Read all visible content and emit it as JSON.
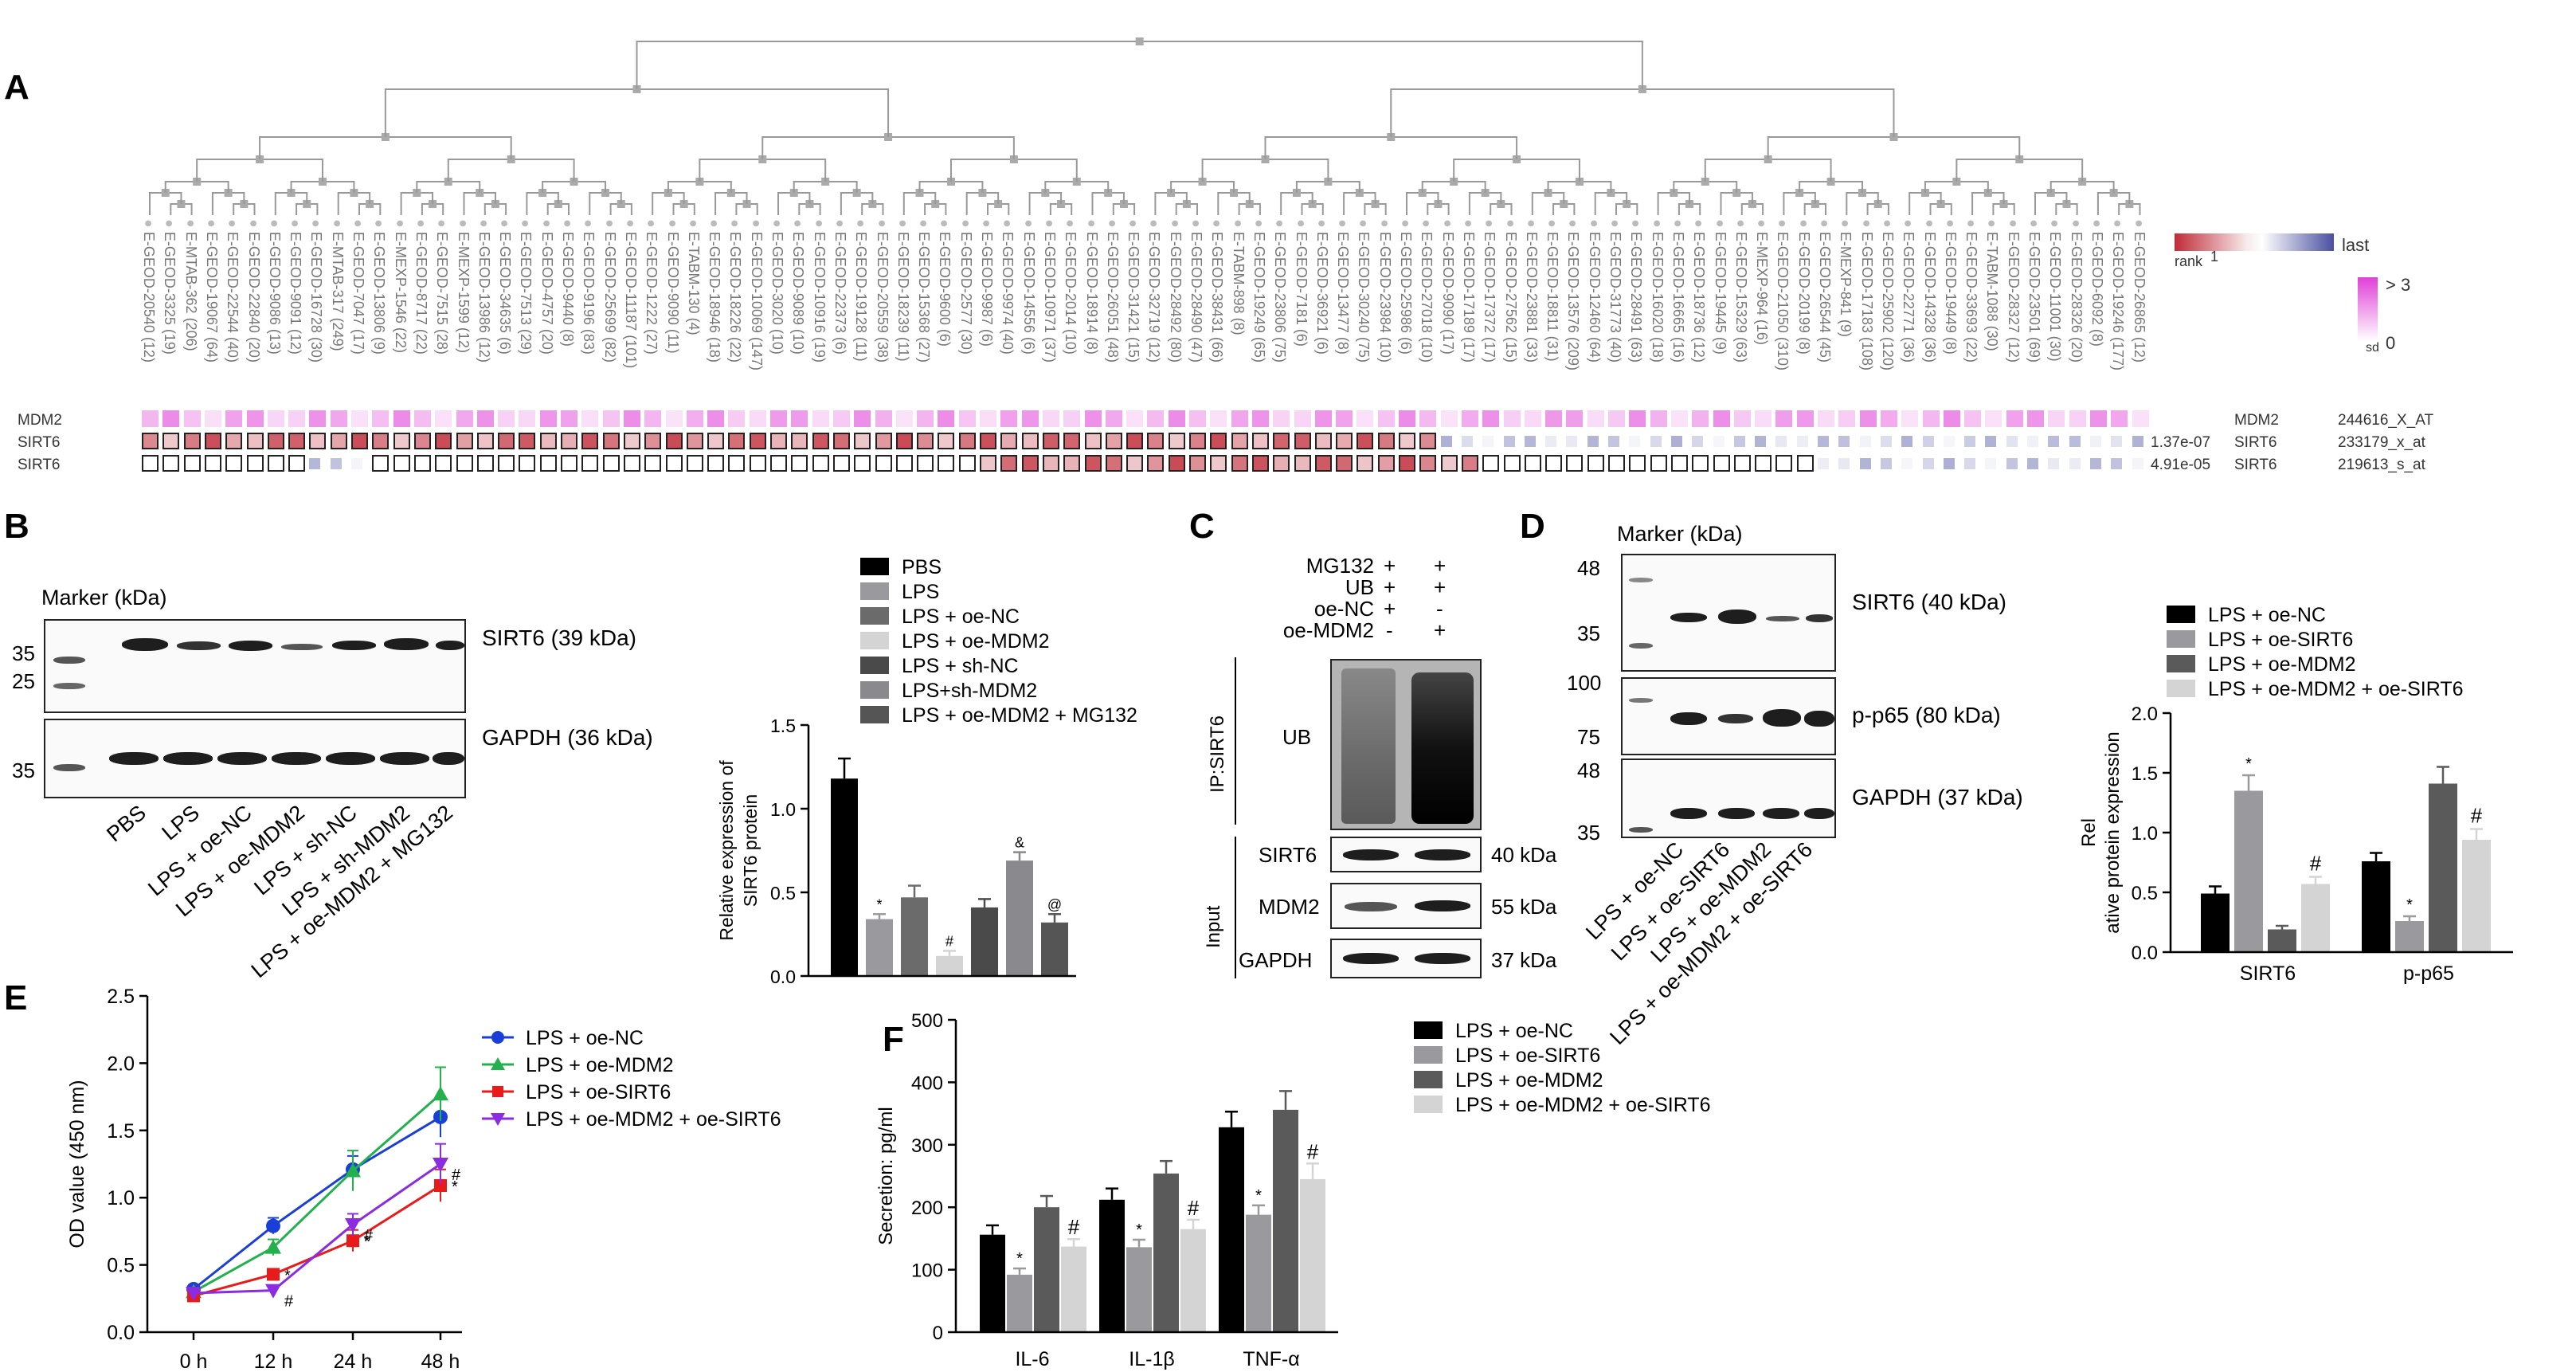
{
  "panels": {
    "A": "A",
    "B": "B",
    "C": "C",
    "D": "D",
    "E": "E",
    "F": "F"
  },
  "panelA": {
    "samples": [
      [
        "E-GEOD-20540",
        "(12)"
      ],
      [
        "E-GEOD-3325",
        "(19)"
      ],
      [
        "E-MTAB-362",
        "(206)"
      ],
      [
        "E-GEOD-19067",
        "(64)"
      ],
      [
        "E-GEOD-22544",
        "(40)"
      ],
      [
        "E-GEOD-22840",
        "(20)"
      ],
      [
        "E-GEOD-9086",
        "(13)"
      ],
      [
        "E-GEOD-9091",
        "(12)"
      ],
      [
        "E-GEOD-16728",
        "(30)"
      ],
      [
        "E-MTAB-317",
        "(249)"
      ],
      [
        "E-GEOD-7047",
        "(17)"
      ],
      [
        "E-GEOD-13806",
        "(9)"
      ],
      [
        "E-MEXP-1546",
        "(22)"
      ],
      [
        "E-GEOD-8717",
        "(22)"
      ],
      [
        "E-GEOD-7515",
        "(28)"
      ],
      [
        "E-MEXP-1599",
        "(12)"
      ],
      [
        "E-GEOD-13986",
        "(12)"
      ],
      [
        "E-GEOD-34635",
        "(6)"
      ],
      [
        "E-GEOD-7513",
        "(29)"
      ],
      [
        "E-GEOD-4757",
        "(20)"
      ],
      [
        "E-GEOD-9440",
        "(8)"
      ],
      [
        "E-GEOD-9196",
        "(83)"
      ],
      [
        "E-GEOD-25699",
        "(82)"
      ],
      [
        "E-GEOD-11187",
        "(101)"
      ],
      [
        "E-GEOD-1222",
        "(27)"
      ],
      [
        "E-GEOD-9090",
        "(11)"
      ],
      [
        "E-TABM-130",
        "(4)"
      ],
      [
        "E-GEOD-18946",
        "(18)"
      ],
      [
        "E-GEOD-18226",
        "(22)"
      ],
      [
        "E-GEOD-10069",
        "(147)"
      ],
      [
        "E-GEOD-3020",
        "(10)"
      ],
      [
        "E-GEOD-9089",
        "(10)"
      ],
      [
        "E-GEOD-10916",
        "(19)"
      ],
      [
        "E-GEOD-22373",
        "(6)"
      ],
      [
        "E-GEOD-19128",
        "(11)"
      ],
      [
        "E-GEOD-20559",
        "(38)"
      ],
      [
        "E-GEOD-18239",
        "(11)"
      ],
      [
        "E-GEOD-15368",
        "(27)"
      ],
      [
        "E-GEOD-9600",
        "(6)"
      ],
      [
        "E-GEOD-2577",
        "(30)"
      ],
      [
        "E-GEOD-9987",
        "(6)"
      ],
      [
        "E-GEOD-9974",
        "(40)"
      ],
      [
        "E-GEOD-14556",
        "(6)"
      ],
      [
        "E-GEOD-10971",
        "(37)"
      ],
      [
        "E-GEOD-2014",
        "(10)"
      ],
      [
        "E-GEOD-18914",
        "(8)"
      ],
      [
        "E-GEOD-26051",
        "(48)"
      ],
      [
        "E-GEOD-31421",
        "(15)"
      ],
      [
        "E-GEOD-32719",
        "(12)"
      ],
      [
        "E-GEOD-28492",
        "(80)"
      ],
      [
        "E-GEOD-28490",
        "(47)"
      ],
      [
        "E-GEOD-38431",
        "(66)"
      ],
      [
        "E-TABM-898",
        "(8)"
      ],
      [
        "E-GEOD-19249",
        "(65)"
      ],
      [
        "E-GEOD-23806",
        "(75)"
      ],
      [
        "E-GEOD-7181",
        "(6)"
      ],
      [
        "E-GEOD-36921",
        "(6)"
      ],
      [
        "E-GEOD-13477",
        "(8)"
      ],
      [
        "E-GEOD-30240",
        "(75)"
      ],
      [
        "E-GEOD-23984",
        "(10)"
      ],
      [
        "E-GEOD-25986",
        "(6)"
      ],
      [
        "E-GEOD-27018",
        "(10)"
      ],
      [
        "E-GEOD-9090",
        "(17)"
      ],
      [
        "E-GEOD-17189",
        "(17)"
      ],
      [
        "E-GEOD-17372",
        "(17)"
      ],
      [
        "E-GEOD-27562",
        "(15)"
      ],
      [
        "E-GEOD-23881",
        "(33)"
      ],
      [
        "E-GEOD-18811",
        "(31)"
      ],
      [
        "E-GEOD-13576",
        "(209)"
      ],
      [
        "E-GEOD-12460",
        "(64)"
      ],
      [
        "E-GEOD-31773",
        "(40)"
      ],
      [
        "E-GEOD-28491",
        "(63)"
      ],
      [
        "E-GEOD-16020",
        "(18)"
      ],
      [
        "E-GEOD-16665",
        "(16)"
      ],
      [
        "E-GEOD-18736",
        "(12)"
      ],
      [
        "E-GEOD-19445",
        "(9)"
      ],
      [
        "E-GEOD-15329",
        "(63)"
      ],
      [
        "E-MEXP-964",
        "(16)"
      ],
      [
        "E-GEOD-21050",
        "(310)"
      ],
      [
        "E-GEOD-20199",
        "(8)"
      ],
      [
        "E-GEOD-26544",
        "(45)"
      ],
      [
        "E-MEXP-841",
        "(9)"
      ],
      [
        "E-GEOD-17183",
        "(108)"
      ],
      [
        "E-GEOD-25902",
        "(120)"
      ],
      [
        "E-GEOD-22771",
        "(36)"
      ],
      [
        "E-GEOD-14328",
        "(36)"
      ],
      [
        "E-GEOD-19449",
        "(8)"
      ],
      [
        "E-GEOD-33693",
        "(22)"
      ],
      [
        "E-TABM-1088",
        "(30)"
      ],
      [
        "E-GEOD-28327",
        "(12)"
      ],
      [
        "E-GEOD-23501",
        "(69)"
      ],
      [
        "E-GEOD-11001",
        "(30)"
      ],
      [
        "E-GEOD-28326",
        "(20)"
      ],
      [
        "E-GEOD-6092",
        "(8)"
      ],
      [
        "E-GEOD-19246",
        "(177)"
      ],
      [
        "E-GEOD-26865",
        "(12)"
      ]
    ],
    "row_names": [
      "MDM2",
      "SIRT6",
      "SIRT6"
    ],
    "row_pvalues": [
      "",
      "1.37e-07",
      "4.91e-05"
    ],
    "row_genes": [
      "MDM2",
      "SIRT6",
      "SIRT6"
    ],
    "row_probes": [
      "244616_X_AT",
      "233179_x_at",
      "219613_s_at"
    ],
    "legend_rank_first": "rank",
    "legend_rank_first_num": "1",
    "legend_rank_last": "last",
    "legend_sd_top": "> 3",
    "legend_sd_bottom": "0",
    "legend_sd_label": "sd",
    "colors": {
      "rank_high": "#c02b38",
      "rank_low": "#4a4fa0",
      "sd_high": "#e040d8"
    }
  },
  "panelB": {
    "marker_label": "Marker (kDa)",
    "markers_top": [
      "35",
      "25"
    ],
    "markers_bottom": [
      "35"
    ],
    "band_sirt6": "SIRT6 (39 kDa)",
    "band_gapdh": "GAPDH (36 kDa)",
    "lanes": [
      "PBS",
      "LPS",
      "LPS + oe-NC",
      "LPS + oe-MDM2",
      "LPS + sh-NC",
      "LPS + sh-MDM2",
      "LPS + oe-MDM2 + MG132"
    ],
    "chart_data": {
      "type": "bar",
      "ylabel": "Relative expression of SIRT6 protein",
      "ylim": [
        0,
        1.5
      ],
      "yticks": [
        "0.0",
        "0.5",
        "1.0",
        "1.5"
      ],
      "categories": [
        "PBS",
        "LPS",
        "LPS + oe-NC",
        "LPS + oe-MDM2",
        "LPS + sh-NC",
        "LPS+sh-MDM2",
        "LPS + oe-MDM2 + MG132"
      ],
      "values": [
        1.18,
        0.34,
        0.47,
        0.12,
        0.41,
        0.69,
        0.32
      ],
      "errors": [
        0.12,
        0.03,
        0.07,
        0.03,
        0.05,
        0.05,
        0.05
      ],
      "marks": [
        "",
        "*",
        "",
        "#",
        "",
        "&",
        "@"
      ],
      "colors": [
        "#000000",
        "#9a9a9e",
        "#6b6b6b",
        "#d4d4d4",
        "#4a4a4a",
        "#8a8a8e",
        "#555555"
      ]
    }
  },
  "panelC": {
    "rows": [
      [
        "MG132",
        "+",
        "+"
      ],
      [
        "UB",
        "+",
        "+"
      ],
      [
        "oe-NC",
        "+",
        "-"
      ],
      [
        "oe-MDM2",
        "-",
        "+"
      ]
    ],
    "ip_label": "IP:SIRT6",
    "input_label": "Input",
    "ub_label": "UB",
    "sirt6_label": "SIRT6",
    "mdm2_label": "MDM2",
    "gapdh_label": "GAPDH",
    "kda_sirt6": "40 kDa",
    "kda_mdm2": "55 kDa",
    "kda_gapdh": "37 kDa"
  },
  "panelD": {
    "marker_label": "Marker (kDa)",
    "m1": [
      "48",
      "35"
    ],
    "m2": [
      "100",
      "75"
    ],
    "m3": [
      "48",
      "35"
    ],
    "band_sirt6": "SIRT6 (40 kDa)",
    "band_pp65": "p-p65 (80 kDa)",
    "band_gapdh": "GAPDH (37 kDa)",
    "lanes": [
      "LPS + oe-NC",
      "LPS + oe-SIRT6",
      "LPS + oe-MDM2",
      "LPS + oe-MDM2 + oe-SIRT6"
    ],
    "chart_data": {
      "type": "bar",
      "ylabel": "Relative protein expression",
      "ylim": [
        0,
        2.0
      ],
      "yticks": [
        "0.0",
        "0.5",
        "1.0",
        "1.5",
        "2.0"
      ],
      "categories": [
        "SIRT6",
        "p-p65"
      ],
      "series": [
        {
          "name": "LPS + oe-NC",
          "values": [
            0.49,
            0.76
          ],
          "errors": [
            0.06,
            0.07
          ],
          "marks": [
            "",
            ""
          ],
          "color": "#000000"
        },
        {
          "name": "LPS + oe-SIRT6",
          "values": [
            1.35,
            0.26
          ],
          "errors": [
            0.13,
            0.04
          ],
          "marks": [
            "*",
            "*"
          ],
          "color": "#9a9a9e"
        },
        {
          "name": "LPS + oe-MDM2",
          "values": [
            0.19,
            1.41
          ],
          "errors": [
            0.03,
            0.14
          ],
          "marks": [
            "",
            ""
          ],
          "color": "#5a5a5a"
        },
        {
          "name": "LPS + oe-MDM2 + oe-SIRT6",
          "values": [
            0.57,
            0.94
          ],
          "errors": [
            0.06,
            0.09
          ],
          "marks": [
            "#",
            "#"
          ],
          "color": "#d4d4d4"
        }
      ]
    }
  },
  "panelE": {
    "chart_data": {
      "type": "line",
      "ylabel": "OD value (450 nm)",
      "ylim": [
        0,
        2.5
      ],
      "yticks": [
        "0.0",
        "0.5",
        "1.0",
        "1.5",
        "2.0",
        "2.5"
      ],
      "x": [
        "0 h",
        "12 h",
        "24 h",
        "48 h"
      ],
      "series": [
        {
          "name": "LPS + oe-NC",
          "values": [
            0.32,
            0.79,
            1.21,
            1.6
          ],
          "errors": [
            0.03,
            0.06,
            0.1,
            0.15
          ],
          "marks": [
            "",
            "",
            "",
            ""
          ],
          "color": "#1a3fd8",
          "marker": "circle"
        },
        {
          "name": "LPS + oe-MDM2",
          "values": [
            0.3,
            0.63,
            1.2,
            1.77
          ],
          "errors": [
            0.03,
            0.06,
            0.15,
            0.2
          ],
          "marks": [
            "",
            "",
            "",
            ""
          ],
          "color": "#22b14c",
          "marker": "triangle"
        },
        {
          "name": "LPS + oe-SIRT6",
          "values": [
            0.27,
            0.43,
            0.68,
            1.09
          ],
          "errors": [
            0.03,
            0.04,
            0.08,
            0.12
          ],
          "marks": [
            "",
            "*",
            "*",
            "*"
          ],
          "color": "#e81a1a",
          "marker": "square"
        },
        {
          "name": "LPS + oe-MDM2 + oe-SIRT6",
          "values": [
            0.29,
            0.31,
            0.8,
            1.25
          ],
          "errors": [
            0.03,
            0.03,
            0.08,
            0.15
          ],
          "marks": [
            "",
            "#",
            "#",
            "#"
          ],
          "color": "#8b2be2",
          "marker": "triangle-down"
        }
      ]
    }
  },
  "panelF": {
    "chart_data": {
      "type": "bar",
      "ylabel": "Secretion: pg/ml",
      "ylim": [
        0,
        500
      ],
      "yticks": [
        "0",
        "100",
        "200",
        "300",
        "400",
        "500"
      ],
      "categories": [
        "IL-6",
        "IL-1β",
        "TNF-α"
      ],
      "series": [
        {
          "name": "LPS + oe-NC",
          "values": [
            156,
            212,
            328
          ],
          "errors": [
            15,
            18,
            25
          ],
          "marks": [
            "",
            "",
            ""
          ],
          "color": "#000000"
        },
        {
          "name": "LPS + oe-SIRT6",
          "values": [
            92,
            136,
            188
          ],
          "errors": [
            10,
            12,
            15
          ],
          "marks": [
            "*",
            "*",
            "*"
          ],
          "color": "#9a9a9e"
        },
        {
          "name": "LPS + oe-MDM2",
          "values": [
            200,
            254,
            356
          ],
          "errors": [
            18,
            20,
            30
          ],
          "marks": [
            "",
            "",
            ""
          ],
          "color": "#5a5a5a"
        },
        {
          "name": "LPS + oe-MDM2 + oe-SIRT6",
          "values": [
            137,
            165,
            245
          ],
          "errors": [
            12,
            15,
            25
          ],
          "marks": [
            "#",
            "#",
            "#"
          ],
          "color": "#d4d4d4"
        }
      ]
    }
  }
}
